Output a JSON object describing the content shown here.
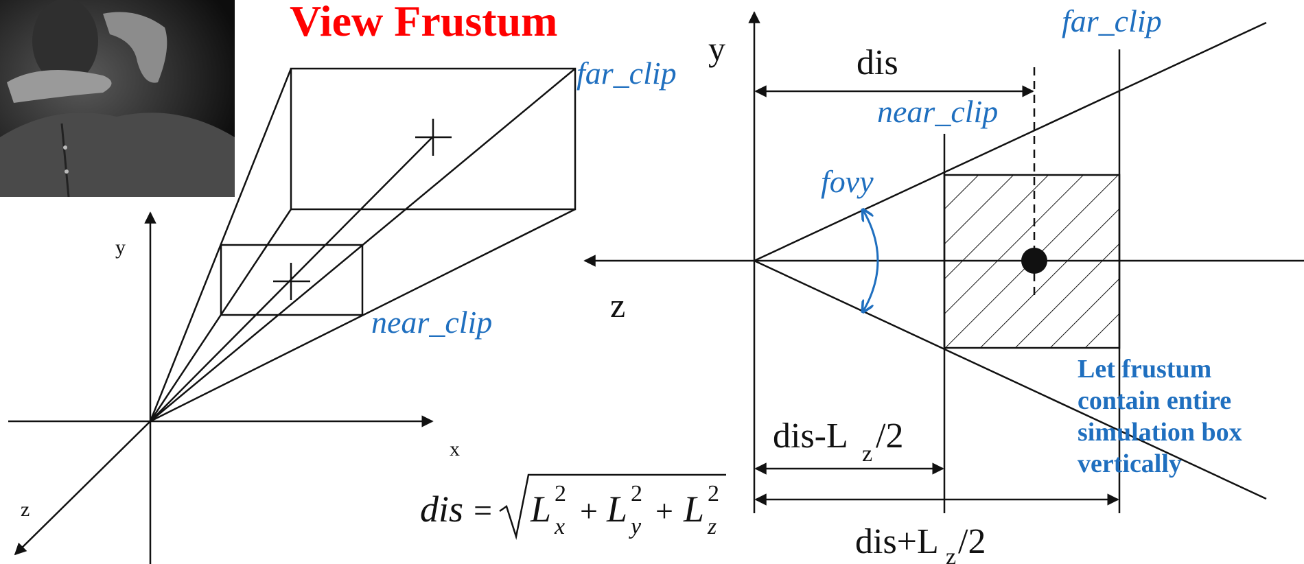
{
  "title": "View Frustum",
  "colors": {
    "title": "#ff0000",
    "label_blue": "#1f6fbf",
    "line": "#111111"
  },
  "photo": {
    "icon": "person-framing-hands-photo"
  },
  "left_diagram": {
    "far_clip": "far_clip",
    "near_clip": "near_clip",
    "axis_x": "x",
    "axis_y": "y",
    "axis_z": "z",
    "formula": {
      "lhs": "dis",
      "eq": "=",
      "terms": [
        {
          "base": "L",
          "sub": "x",
          "sup": "2"
        },
        {
          "base": "L",
          "sub": "y",
          "sup": "2"
        },
        {
          "base": "L",
          "sub": "z",
          "sup": "2"
        }
      ],
      "plus": "+"
    }
  },
  "right_diagram": {
    "axis_y": "y",
    "axis_z": "z",
    "dis": "dis",
    "far_clip": "far_clip",
    "near_clip": "near_clip",
    "fovy": "fovy",
    "minus_label": {
      "base": "dis-L",
      "sub": "z",
      "tail": "/2"
    },
    "plus_label": {
      "base": "dis+L",
      "sub": "z",
      "tail": "/2"
    },
    "note_lines": [
      "Let frustum",
      "contain entire",
      "simulation box",
      "vertically"
    ]
  }
}
